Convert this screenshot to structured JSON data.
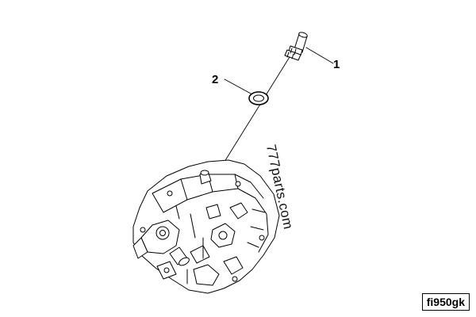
{
  "diagram": {
    "callouts": [
      {
        "number": "1"
      },
      {
        "number": "2"
      }
    ],
    "watermark": "777parts.com",
    "figure_id": "fi950gk"
  }
}
